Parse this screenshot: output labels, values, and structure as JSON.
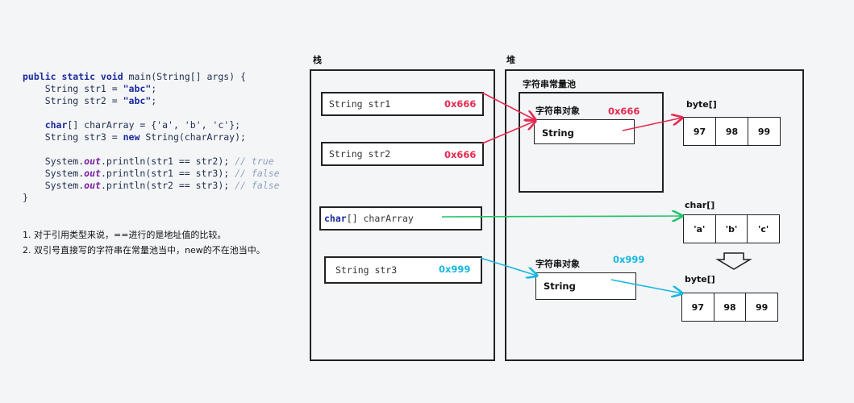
{
  "code": {
    "line1_kw": "public static void",
    "line1_rest": " main(String[] args) {",
    "line2_pre": "    String str1 = ",
    "line2_str": "\"abc\"",
    "line2_post": ";",
    "line3_pre": "    String str2 = ",
    "line3_str": "\"abc\"",
    "line3_post": ";",
    "line5_kw": "char",
    "line5_rest": "[] charArray = {'a', 'b', 'c'};",
    "line6_pre": "    String str3 = ",
    "line6_kw": "new",
    "line6_post": " String(charArray);",
    "line8_pre": "    System.",
    "line8_out": "out",
    "line8_mid": ".println(str1 == str2); ",
    "line8_cm": "// true",
    "line9_pre": "    System.",
    "line9_out": "out",
    "line9_mid": ".println(str1 == str3); ",
    "line9_cm": "// false",
    "line10_pre": "    System.",
    "line10_out": "out",
    "line10_mid": ".println(str2 == str3); ",
    "line10_cm": "// false",
    "line11": "}"
  },
  "notes": [
    "1. 对于引用类型来说，==进行的是地址值的比较。",
    "2. 双引号直接写的字符串在常量池当中，new的不在池当中。"
  ],
  "stack": {
    "label": "栈",
    "str1": {
      "name": "String str1",
      "addr": "0x666"
    },
    "str2": {
      "name": "String str2",
      "addr": "0x666"
    },
    "chararray": {
      "type": "char",
      "rest": "[] charArray"
    },
    "str3": {
      "name": "String str3",
      "addr": "0x999"
    }
  },
  "heap": {
    "label": "堆",
    "pool_label": "字符串常量池",
    "obj1": {
      "label": "字符串对象",
      "addr": "0x666",
      "inner": "String"
    },
    "bytes1": {
      "label": "byte[]",
      "values": [
        "97",
        "98",
        "99"
      ]
    },
    "chars": {
      "label": "char[]",
      "values": [
        "'a'",
        "'b'",
        "'c'"
      ]
    },
    "obj2": {
      "label": "字符串对象",
      "addr": "0x999",
      "inner": "String"
    },
    "bytes2": {
      "label": "byte[]",
      "values": [
        "97",
        "98",
        "99"
      ]
    }
  },
  "colors": {
    "red": "#e5294f",
    "green": "#22c46a",
    "cyan": "#18b8e0"
  }
}
